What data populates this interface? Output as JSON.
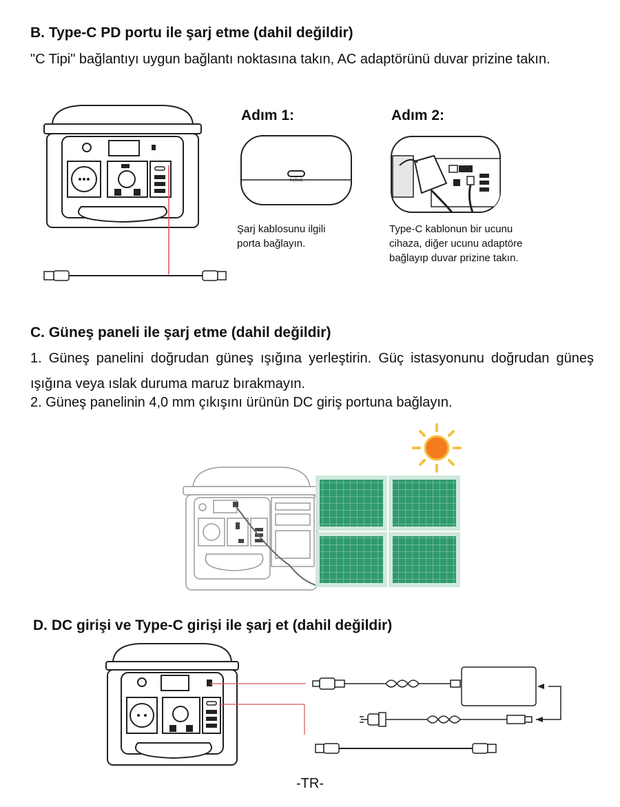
{
  "sectionB": {
    "heading": "B. Type-C PD portu ile şarj etme (dahil değildir)",
    "body": "\"C Tipi\" bağlantıyı uygun bağlantı noktasına takın, AC adaptörünü duvar prizine takın.",
    "step1": {
      "title": "Adım 1:",
      "port_label": "In(Out)",
      "caption_line1": "Şarj kablosunu ilgili",
      "caption_line2": "porta bağlayın."
    },
    "step2": {
      "title": "Adım 2:",
      "caption_line1": "Type-C kablonun bir ucunu",
      "caption_line2": "cihaza, diğer ucunu adaptöre",
      "caption_line3": "bağlayıp duvar prizine takın."
    }
  },
  "sectionC": {
    "heading": "C. Güneş paneli ile şarj etme (dahil değildir)",
    "item1": "1. Güneş panelini doğrudan güneş ışığına yerleştirin. Güç istasyonunu doğrudan güneş ışığına veya ıslak duruma maruz bırakmayın.",
    "item2": "2. Güneş panelinin 4,0 mm çıkışını ürünün DC giriş portuna bağlayın."
  },
  "sectionD": {
    "heading": "D. DC girişi ve Type-C girişi ile şarj et  (dahil değildir)"
  },
  "footer": "-TR-",
  "colors": {
    "text": "#111111",
    "red_line": "#d9534f",
    "sun_orange": "#f47b20",
    "sun_ray": "#f5c242",
    "panel_green": "#2f9a6e",
    "panel_frame": "#cfe8dc"
  }
}
